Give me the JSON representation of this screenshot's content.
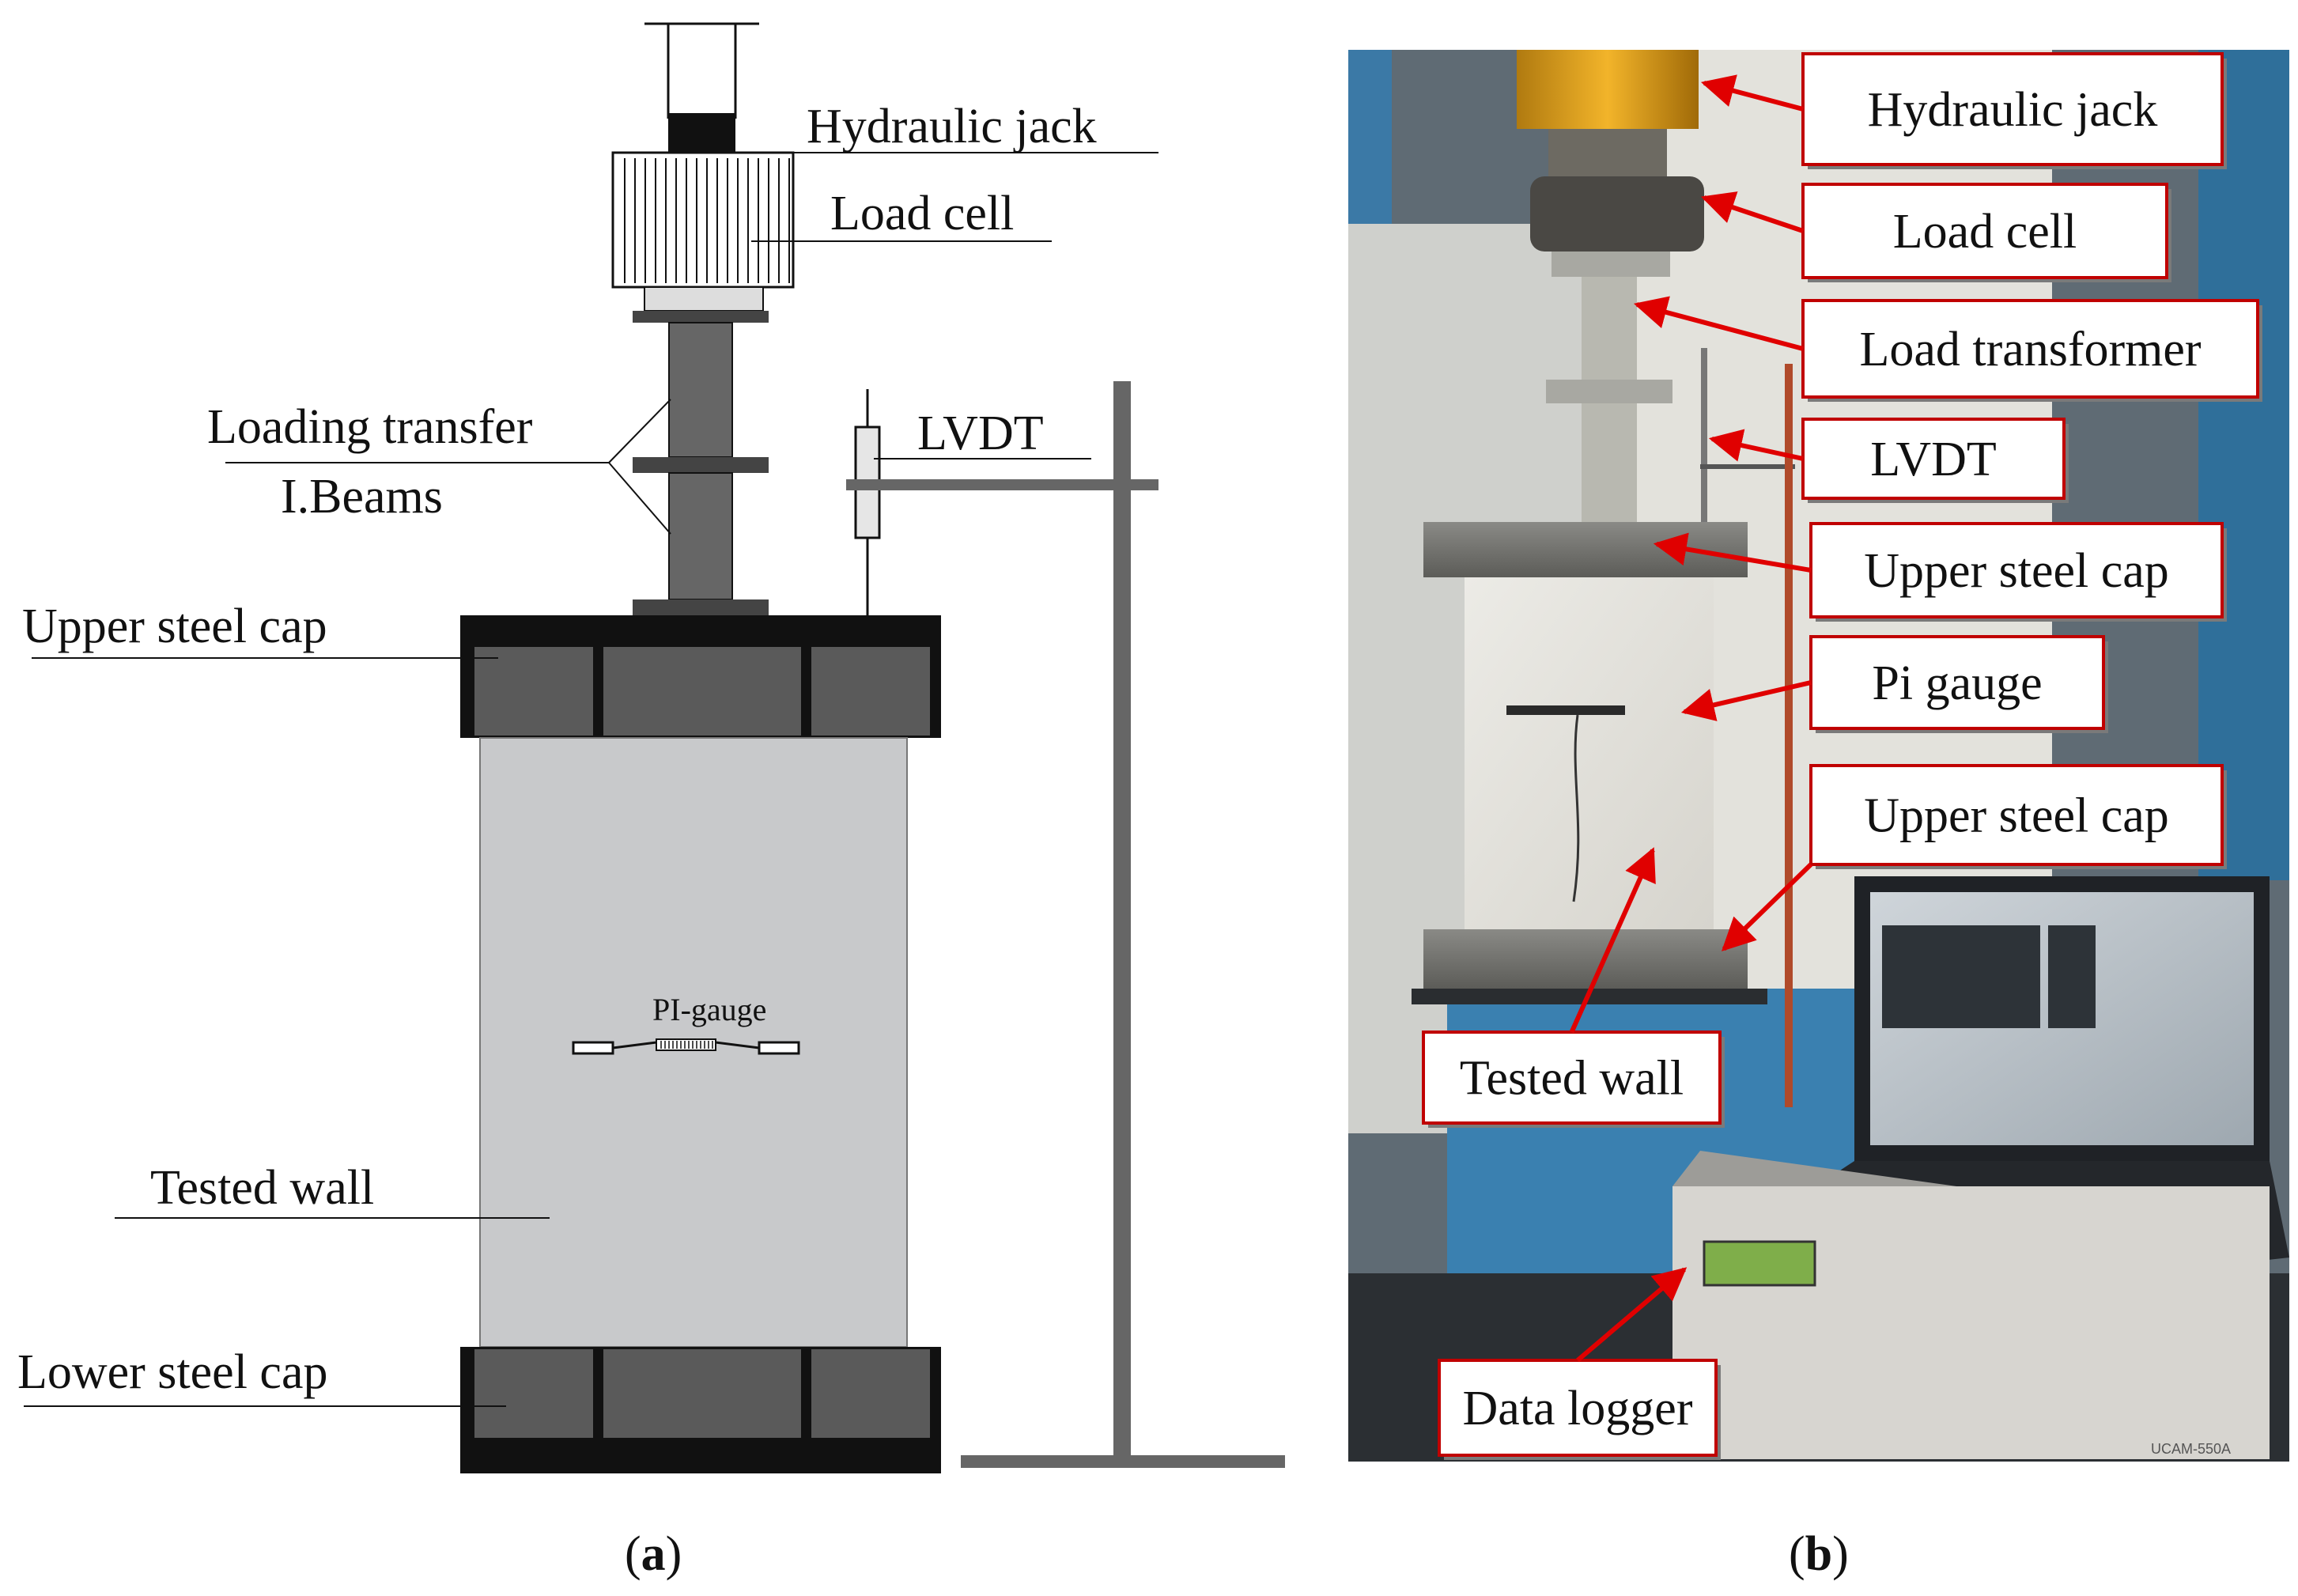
{
  "panel_a": {
    "caption_open": "(",
    "caption_letter": "a",
    "caption_close": ")",
    "labels": {
      "hydraulic_jack": "Hydraulic jack",
      "load_cell": "Load cell",
      "loading_transfer": "Loading transfer",
      "i_beams": "I.Beams",
      "lvdt": "LVDT",
      "upper_steel_cap": "Upper steel cap",
      "pi_gauge": "PI-gauge",
      "tested_wall": "Tested wall",
      "lower_steel_cap": "Lower steel cap"
    }
  },
  "panel_b": {
    "caption_open": "(",
    "caption_letter": "b",
    "caption_close": ")",
    "callouts": {
      "hydraulic_jack": "Hydraulic jack",
      "load_cell": "Load cell",
      "load_transformer": "Load transformer",
      "lvdt": "LVDT",
      "upper_steel_cap_1": "Upper steel cap",
      "pi_gauge": "Pi gauge",
      "upper_steel_cap_2": "Upper steel cap",
      "tested_wall": "Tested wall",
      "data_logger": "Data logger"
    },
    "device_brand": "UCAM-550A"
  },
  "colors": {
    "steel_dark": "#555555",
    "steel_black": "#111111",
    "wall_gray": "#c8c9cb",
    "arrow_red": "#e00000",
    "photo_blue": "#2f6f9a"
  }
}
